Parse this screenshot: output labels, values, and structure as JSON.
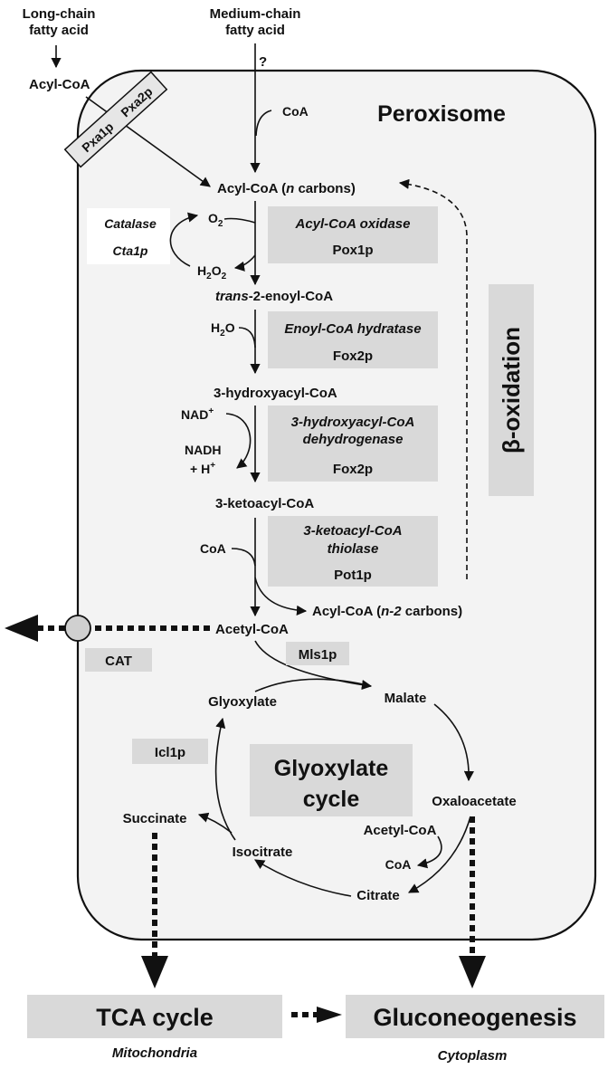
{
  "inputs": {
    "long_chain": [
      "Long-chain",
      "fatty acid"
    ],
    "medium_chain": [
      "Medium-chain",
      "fatty acid"
    ],
    "acyl_coa_outside": "Acyl-CoA",
    "unknown_transport": "?",
    "transporter_1": "Pxa1p",
    "transporter_2": "Pxa2p"
  },
  "peroxisome": {
    "title": "Peroxisome",
    "coa_in": "CoA",
    "beta_label": "β-oxidation",
    "acyl_n_main": "Acyl-CoA (",
    "acyl_n_italic": "n",
    "acyl_n_tail": " carbons)",
    "catalase": "Catalase",
    "cta1p": "Cta1p",
    "o2_base": "O",
    "o2_sub": "2",
    "h2o2_a": "H",
    "h2o2_s1": "2",
    "h2o2_b": "O",
    "h2o2_s2": "2",
    "enzyme1_name": "Acyl-CoA oxidase",
    "enzyme1_gene": "Pox1p",
    "trans_italic": "trans",
    "trans_tail": "-2-enoyl-CoA",
    "h2o_a": "H",
    "h2o_s": "2",
    "h2o_b": "O",
    "enzyme2_name": "Enoyl-CoA hydratase",
    "enzyme2_gene": "Fox2p",
    "hydroxy": "3-hydroxyacyl-CoA",
    "nad_base": "NAD",
    "nad_sup": "+",
    "nadh": "NADH",
    "hplus_base": "+ H",
    "hplus_sup": "+",
    "enzyme3_line1": "3-hydroxyacyl-CoA",
    "enzyme3_line2": "dehydrogenase",
    "enzyme3_gene": "Fox2p",
    "ketoacyl": "3-ketoacyl-CoA",
    "coa_thiolase": "CoA",
    "enzyme4_line1": "3-ketoacyl-CoA",
    "enzyme4_line2": "thiolase",
    "enzyme4_gene": "Pot1p",
    "acyl_n2_main": "Acyl-CoA (",
    "acyl_n2_italic": "n-2",
    "acyl_n2_tail": " carbons)",
    "acetyl_coa": "Acetyl-CoA",
    "cat": "CAT",
    "mls1p": "Mls1p",
    "glyoxylate": "Glyoxylate",
    "malate": "Malate",
    "icl1p": "Icl1p",
    "cycle_line1": "Glyoxylate",
    "cycle_line2": "cycle",
    "oxaloacetate": "Oxaloacetate",
    "succinate": "Succinate",
    "acetyl_coa_2": "Acetyl-CoA",
    "isocitrate": "Isocitrate",
    "coa_cycle": "CoA",
    "citrate": "Citrate"
  },
  "outputs": {
    "tca": "TCA cycle",
    "mito": "Mitochondria",
    "gluco": "Gluconeogenesis",
    "cyto": "Cytoplasm"
  }
}
